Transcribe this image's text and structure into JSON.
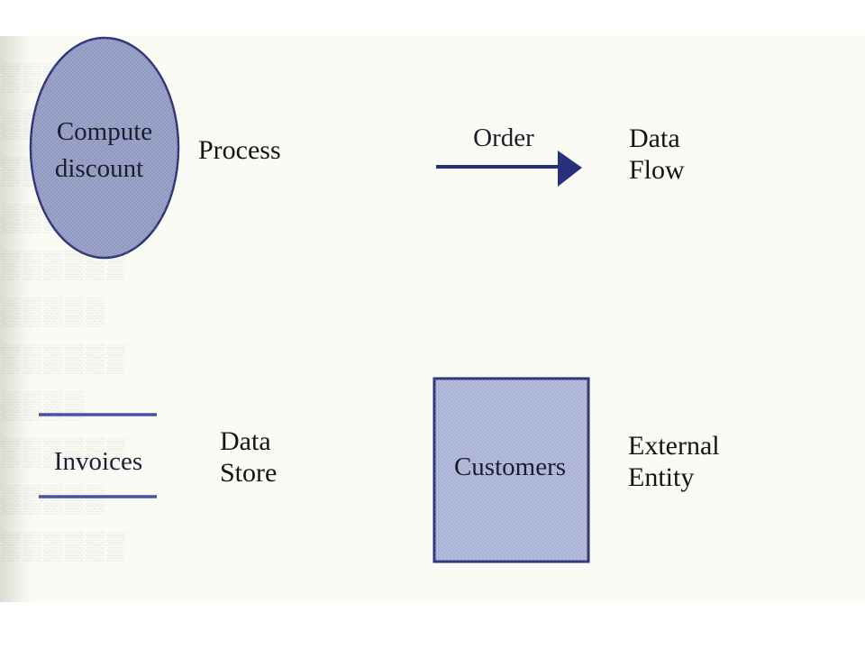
{
  "colors": {
    "shape_fill": "#8f98c0",
    "box_fill": "#aab2d6",
    "outline": "#2e3378",
    "store_line": "#4b4fa8",
    "arrow": "#27307a"
  },
  "process": {
    "label_line1": "Compute",
    "label_line2": "discount",
    "caption": "Process"
  },
  "data_flow": {
    "label": "Order",
    "caption_line1": "Data",
    "caption_line2": "Flow"
  },
  "data_store": {
    "label": "Invoices",
    "caption_line1": "Data",
    "caption_line2": "Store"
  },
  "external_entity": {
    "label": "Customers",
    "caption_line1": "External",
    "caption_line2": "Entity"
  }
}
